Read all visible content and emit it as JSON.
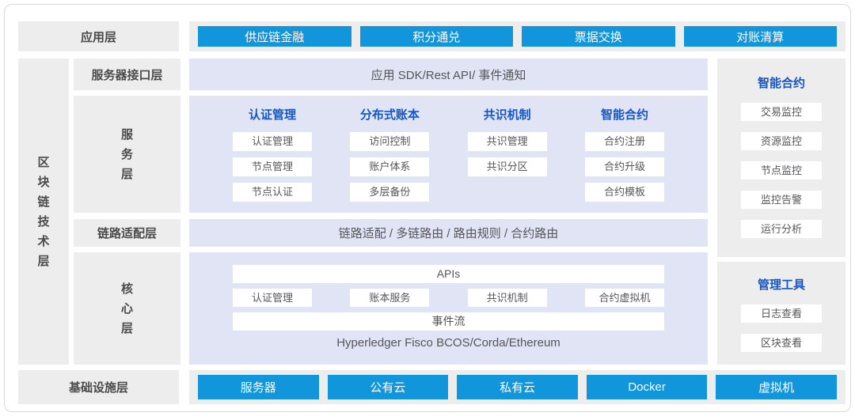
{
  "colors": {
    "button_blue": "#1296db",
    "header_blue": "#1656c4",
    "lavender_panel": "#e0e4f4",
    "gray_panel": "#ededed",
    "text_dark": "#4a4a4a"
  },
  "app_layer": {
    "label": "应用层",
    "buttons": [
      "供应链金融",
      "积分通兑",
      "票据交换",
      "对账清算"
    ]
  },
  "tech_layer": {
    "label": "区块链技术层",
    "interface_row": {
      "label": "服务器接口层",
      "content": "应用 SDK/Rest API/ 事件通知"
    },
    "service_row": {
      "label": "服务层",
      "columns": [
        {
          "header": "认证管理",
          "items": [
            "认证管理",
            "节点管理",
            "节点认证"
          ]
        },
        {
          "header": "分布式账本",
          "items": [
            "访问控制",
            "账户体系",
            "多层备份"
          ]
        },
        {
          "header": "共识机制",
          "items": [
            "共识管理",
            "共识分区"
          ]
        },
        {
          "header": "智能合约",
          "items": [
            "合约注册",
            "合约升级",
            "合约模板"
          ]
        }
      ]
    },
    "adapter_row": {
      "label": "链路适配层",
      "content": "链路适配 / 多链路由 / 路由规则 / 合约路由"
    },
    "core_row": {
      "label": "核心层",
      "apis_bar": "APIs",
      "modules": [
        "认证管理",
        "账本服务",
        "共识机制",
        "合约虚拟机"
      ],
      "event_bar": "事件流",
      "platforms": "Hyperledger Fisco BCOS/Corda/Ethereum"
    }
  },
  "side_panels": {
    "monitor": {
      "header": "智能合约",
      "items": [
        "交易监控",
        "资源监控",
        "节点监控",
        "监控告警",
        "运行分析"
      ]
    },
    "tools": {
      "header": "管理工具",
      "items": [
        "日志查看",
        "区块查看"
      ]
    }
  },
  "infra_layer": {
    "label": "基础设施层",
    "buttons": [
      "服务器",
      "公有云",
      "私有云",
      "Docker",
      "虚拟机"
    ]
  }
}
